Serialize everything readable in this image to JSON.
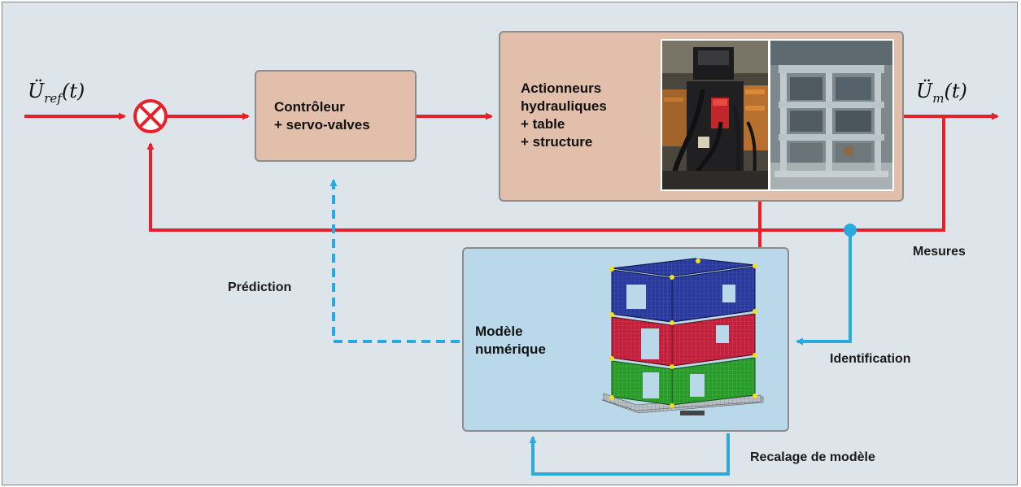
{
  "signals": {
    "input": {
      "symbol": "Ü",
      "subscript": "ref",
      "arg": "(t)"
    },
    "output": {
      "symbol": "Ü",
      "subscript": "m",
      "arg": "(t)"
    }
  },
  "blocks": {
    "controller": {
      "line1": "Contrôleur",
      "line2": "+ servo-valves"
    },
    "actuators": {
      "line1": "Actionneurs",
      "line2": "hydrauliques",
      "line3": "+ table",
      "line4": "+ structure"
    },
    "model": {
      "line1": "Modèle",
      "line2": "numérique"
    }
  },
  "labels": {
    "measures": "Mesures",
    "prediction": "Prédiction",
    "identification": "Identification",
    "updating": "Recalage de modèle"
  },
  "images": {
    "photo_left": "hydraulic-actuator-photo",
    "photo_right": "test-structure-photo",
    "model_render": "finite-element-building-model"
  },
  "colors": {
    "signal_red": "#e8202a",
    "feedback_blue": "#29a9e0",
    "block_salmon": "#e2bfaa",
    "block_blue": "#b9d9ea",
    "background": "#dde4ea"
  }
}
